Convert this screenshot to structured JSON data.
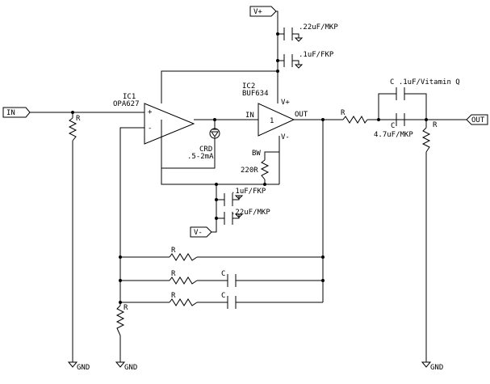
{
  "ports": {
    "in": "IN",
    "out": "OUT",
    "vplus": "V+",
    "vminus": "V-"
  },
  "ground": {
    "label": "GND"
  },
  "ic1": {
    "ref": "IC1",
    "part": "OPA627",
    "plus": "+",
    "minus": "-"
  },
  "ic2": {
    "ref": "IC2",
    "part": "BUF634",
    "in": "IN",
    "out": "OUT",
    "vplus": "V+",
    "vminus": "V-",
    "bw": "BW",
    "sym": "1"
  },
  "crd": {
    "name": "CRD",
    "value": ".5-2mA"
  },
  "resistors": {
    "input": "R",
    "output_series": "R",
    "output_shunt": "R",
    "fb1": "R",
    "fb2": "R",
    "fb3": "R",
    "gain": "R",
    "bw": "220R"
  },
  "capacitors": {
    "vplus_1": ".22uF/MKP",
    "vplus_2": ".1uF/FKP",
    "vminus_1": ".1uF/FKP",
    "vminus_2": ".22uF/MKP",
    "out_top": "C .1uF/Vitamin Q",
    "out_bottom_ref": "C",
    "out_bottom_val": "4.7uF/MKP",
    "fb2": "C",
    "fb3": "C"
  }
}
